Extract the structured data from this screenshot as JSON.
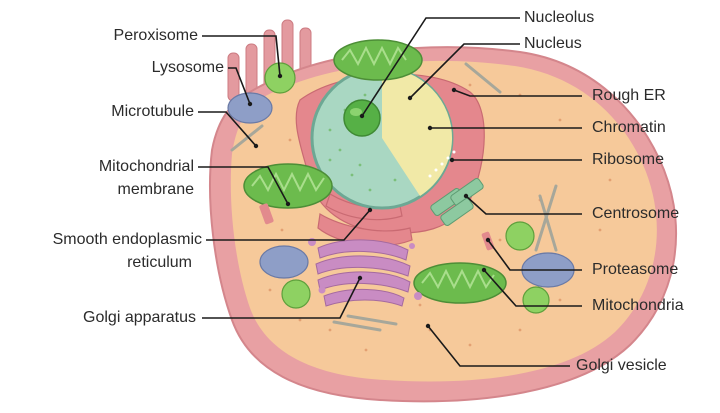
{
  "labels": {
    "peroxisome": "Peroxisome",
    "lysosome": "Lysosome",
    "microtubule": "Microtubule",
    "mitochondrial_membrane_1": "Mitochondrial",
    "mitochondrial_membrane_2": "membrane",
    "smooth_er_1": "Smooth endoplasmic",
    "smooth_er_2": "reticulum",
    "golgi_apparatus": "Golgi apparatus",
    "nucleolus": "Nucleolus",
    "nucleus": "Nucleus",
    "rough_er": "Rough ER",
    "chromatin": "Chromatin",
    "ribosome": "Ribosome",
    "centrosome": "Centrosome",
    "proteasome": "Proteasome",
    "mitochondria": "Mitochondria",
    "golgi_vesicle": "Golgi vesicle"
  },
  "colors": {
    "cell_membrane": "#e8a0a3",
    "cytoplasm": "#f6c99a",
    "nucleus_envelope": "#8fc7b3",
    "chromatin": "#f1e9a7",
    "nucleolus": "#56b046",
    "rough_er": "#e4878d",
    "golgi": "#c98cc3",
    "mitochondria": "#6cbb4d",
    "lysosome": "#8e9ec7",
    "peroxisome": "#8ed162",
    "leader_line": "#1a1a1a"
  }
}
